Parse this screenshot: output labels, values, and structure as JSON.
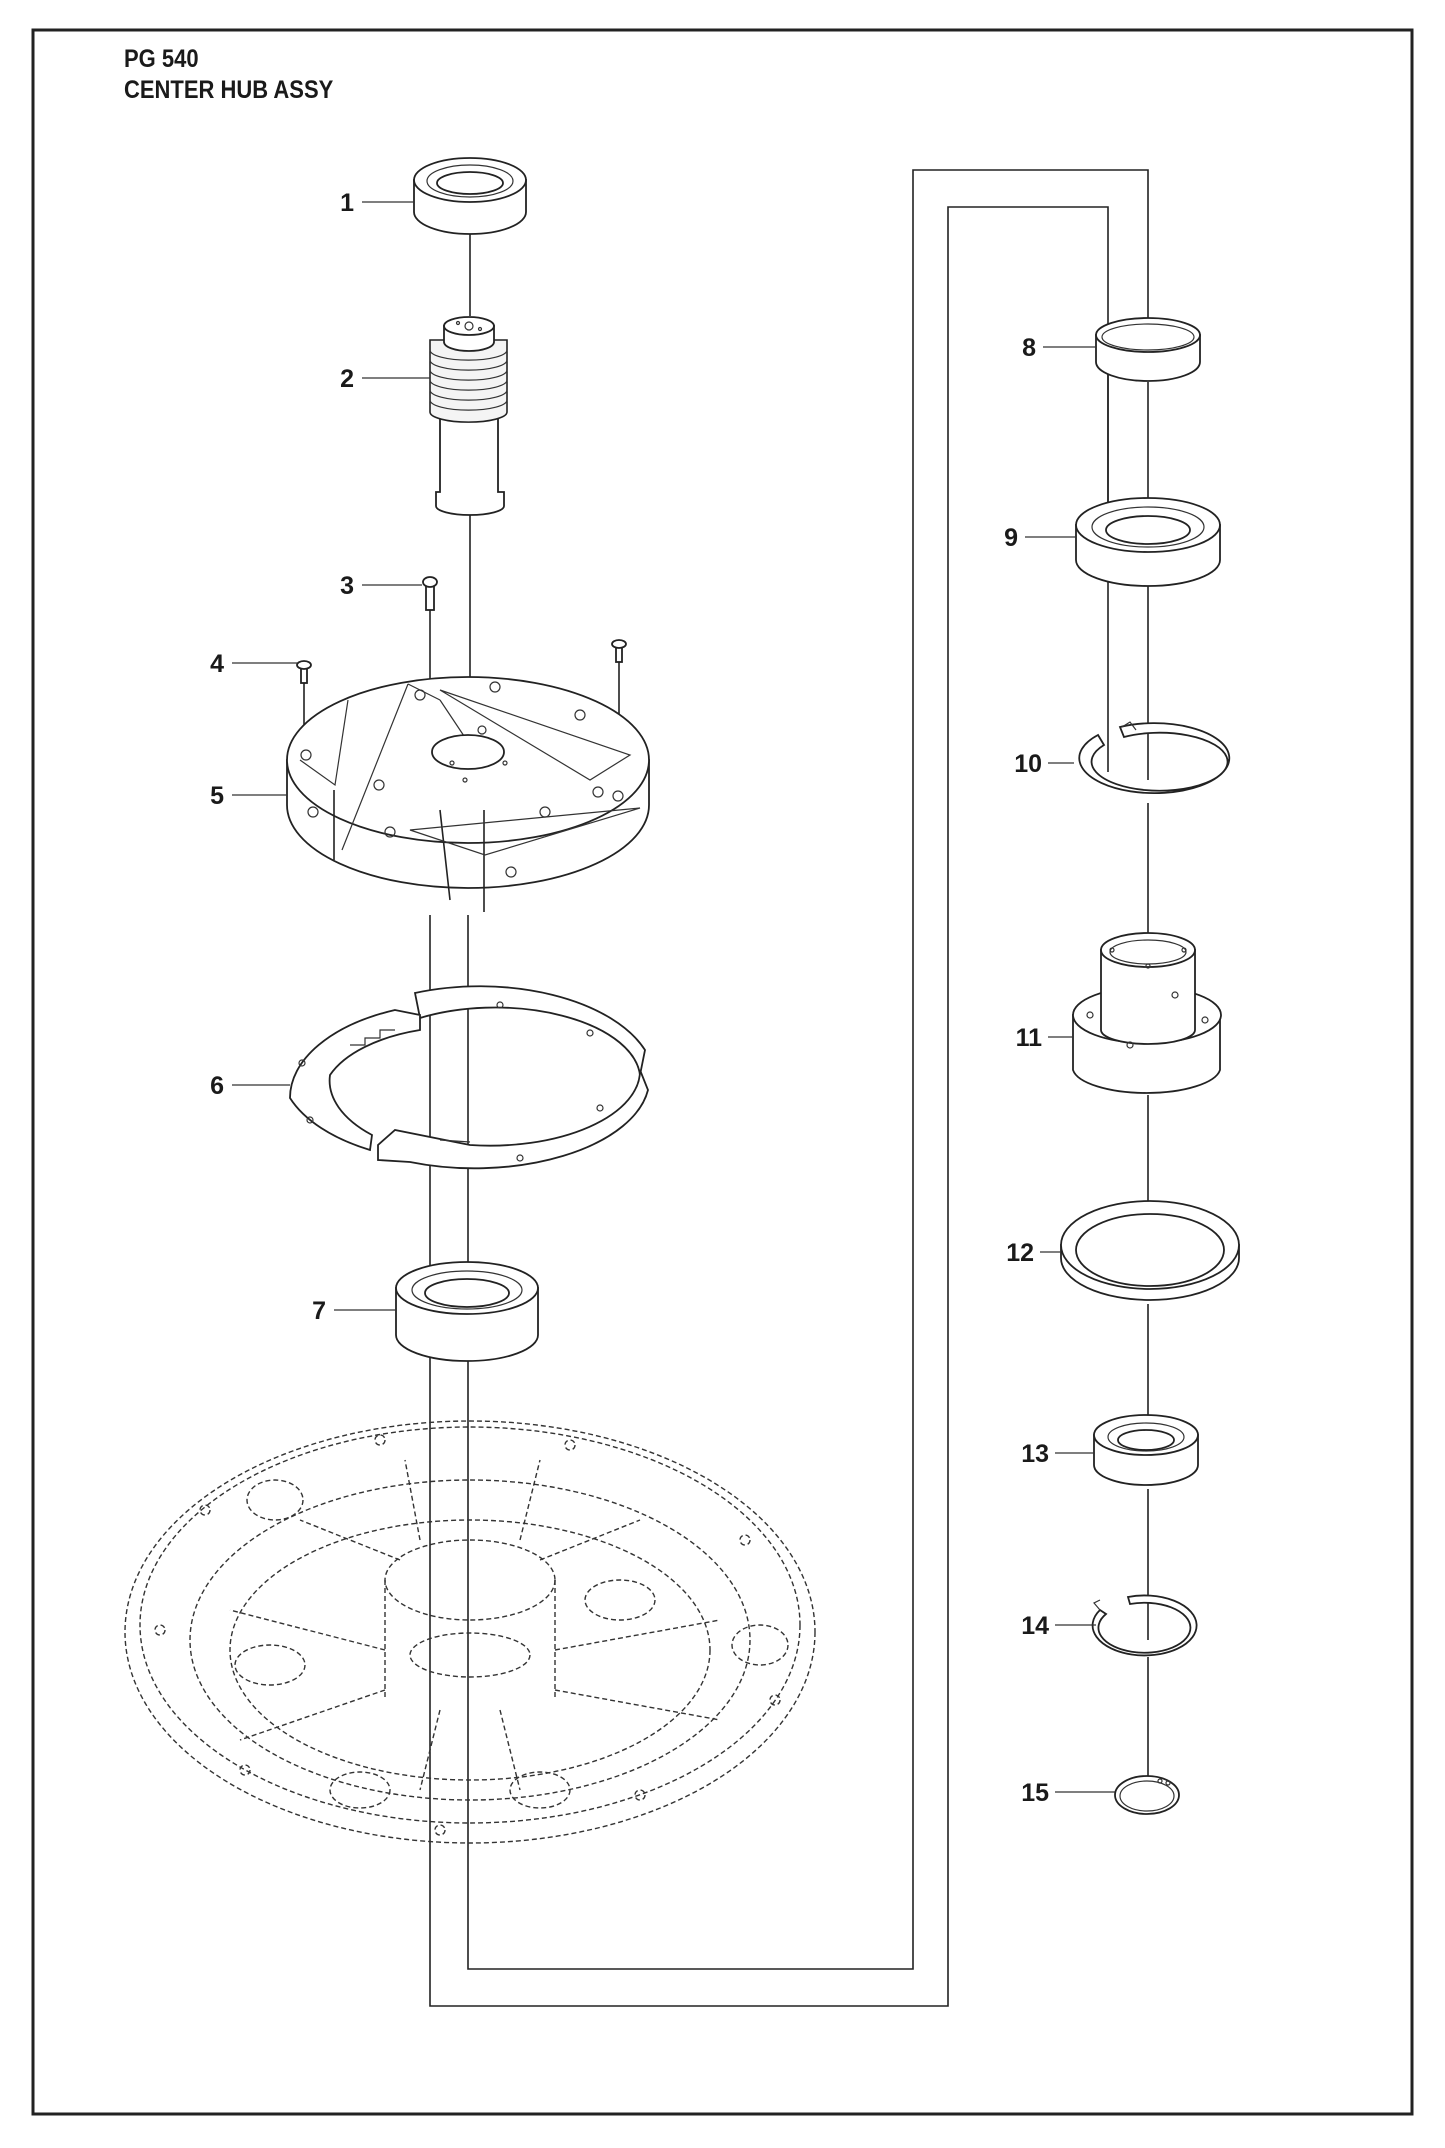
{
  "header": {
    "model": "PG 540",
    "title": "CENTER HUB ASSY"
  },
  "callouts": [
    "1",
    "2",
    "3",
    "4",
    "5",
    "6",
    "7",
    "8",
    "9",
    "10",
    "11",
    "12",
    "13",
    "14",
    "15"
  ]
}
